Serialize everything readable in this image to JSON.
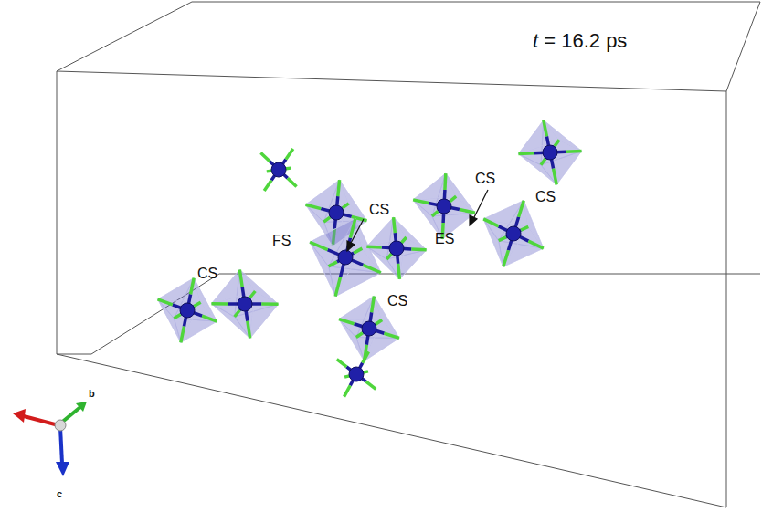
{
  "diagram": {
    "labels": [
      "t = 16.2 ps",
      "CS",
      "FS",
      "CS",
      "CS",
      "CS",
      "ES",
      "CS",
      "b",
      "c"
    ]
  }
}
